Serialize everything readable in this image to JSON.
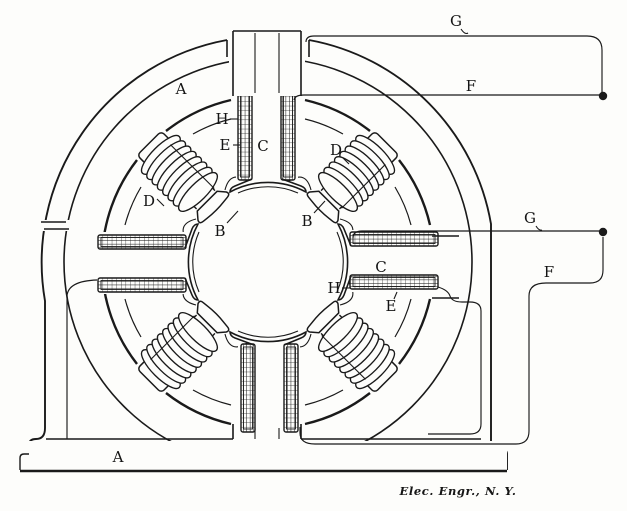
{
  "figure": {
    "type": "engraving-diagram",
    "subject": "cross-section of an early AC motor with eight stator poles, field coils and external circuit wires",
    "caption": "Elec. Engr., N. Y.",
    "labels": {
      "frame_top": "A",
      "base": "A",
      "coil_nw": "D",
      "coil_ne": "D",
      "pole_tip_left": "B",
      "pole_tip_right": "B",
      "core_top": "C",
      "core_right": "C",
      "coil_section_top_h": "H",
      "coil_section_top_e": "E",
      "coil_section_right_h": "H",
      "coil_section_right_e": "E",
      "wire_g_top": "G",
      "wire_f_top": "F",
      "wire_g_right": "G",
      "wire_f_right": "F"
    },
    "colors": {
      "ink": "#1a1a1a",
      "paper": "#fdfdfb"
    }
  }
}
